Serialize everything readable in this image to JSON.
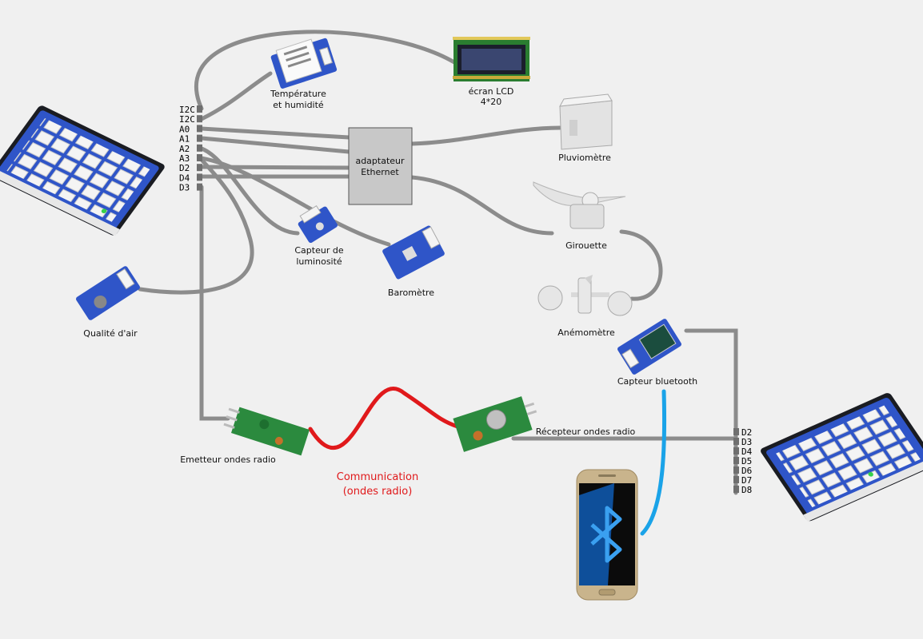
{
  "colors": {
    "background": "#f0f0f0",
    "wire": "#8c8c8c",
    "radio_link": "#e0191b",
    "bluetooth_link": "#1aa3e8",
    "board_blue": "#2f55c8"
  },
  "left_board": {
    "pins": [
      "I2C",
      "I2C",
      "A0",
      "A1",
      "A2",
      "A3",
      "D2",
      "D4",
      "D3"
    ]
  },
  "right_board": {
    "pins": [
      "D2",
      "D3",
      "D4",
      "D5",
      "D6",
      "D7",
      "D8"
    ]
  },
  "ethernet_adapter": {
    "line1": "adaptateur",
    "line2": "Ethernet"
  },
  "components": {
    "temp_humidity": {
      "line1": "Température",
      "line2": "et humidité"
    },
    "lcd": {
      "line1": "écran LCD",
      "line2": "4*20"
    },
    "rain_gauge": {
      "label": "Pluviomètre"
    },
    "wind_vane": {
      "label": "Girouette"
    },
    "anemometer": {
      "label": "Anémomètre"
    },
    "light_sensor": {
      "line1": "Capteur de",
      "line2": "luminosité"
    },
    "barometer": {
      "label": "Baromètre"
    },
    "air_quality": {
      "label": "Qualité d'air"
    },
    "bluetooth": {
      "label": "Capteur bluetooth"
    },
    "radio_tx": {
      "label": "Emetteur ondes radio"
    },
    "radio_rx": {
      "label": "Récepteur ondes radio"
    }
  },
  "communication": {
    "line1": "Communication",
    "line2": "(ondes radio)"
  },
  "icons": {
    "smartphone": "smartphone-icon",
    "bluetooth": "bluetooth-icon"
  }
}
